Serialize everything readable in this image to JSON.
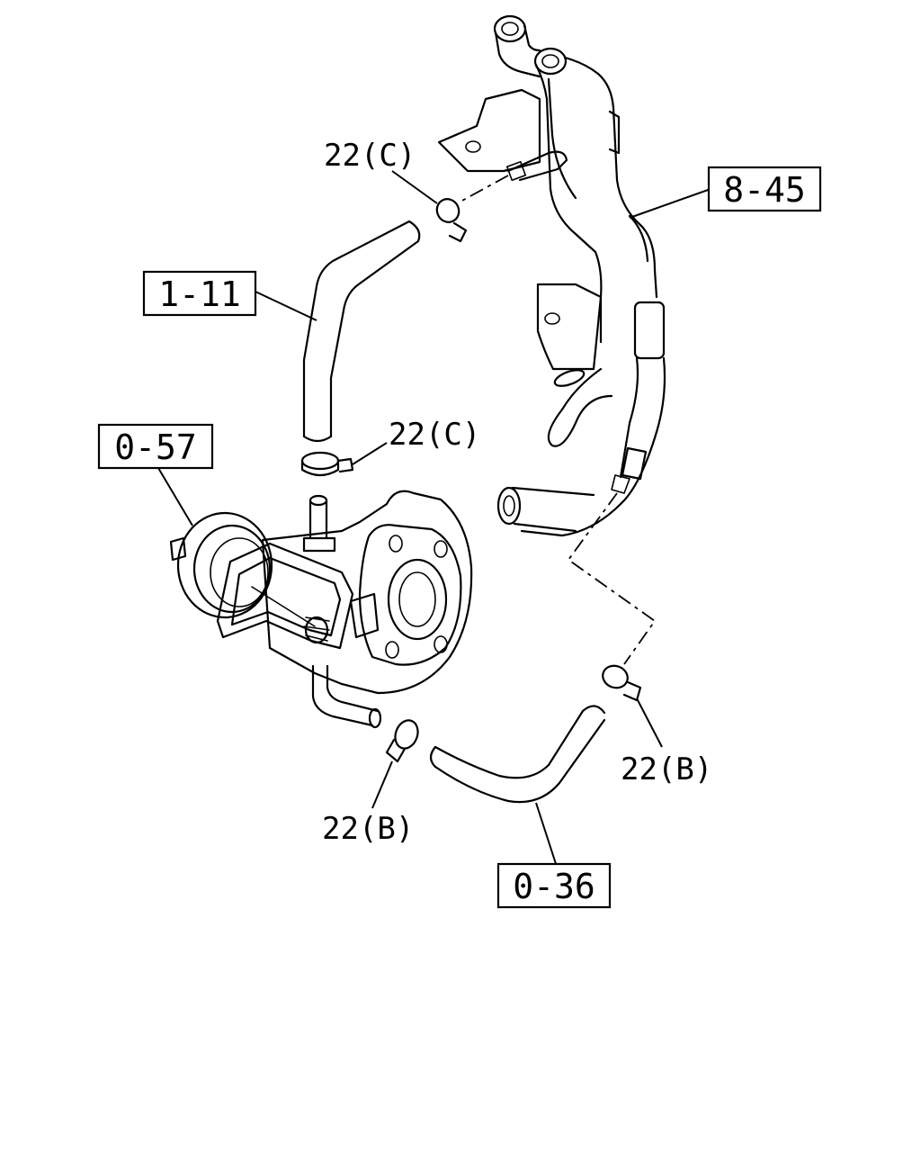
{
  "callouts": {
    "ref_8_45": "8-45",
    "ref_1_11": "1-11",
    "ref_0_57": "0-57",
    "ref_0_36": "0-36"
  },
  "part_labels": {
    "clamp_c_upper": "22(C)",
    "clamp_c_lower": "22(C)",
    "clamp_b_right": "22(B)",
    "clamp_b_left": "22(B)"
  }
}
